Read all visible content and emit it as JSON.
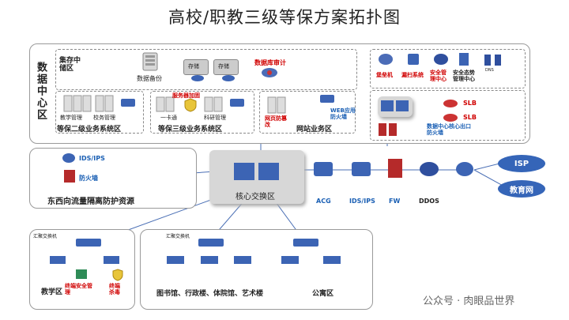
{
  "title": "高校/职教三级等保方案拓扑图",
  "data_center": {
    "label": "数据中心区",
    "storage_zone": "集存中储区",
    "backup": "数据备份",
    "storage_1": "存储",
    "storage_2": "存储",
    "db_audit": "数据库审计",
    "l2_zone": "等保二级业务系统区",
    "l2_teaching": "教学管理",
    "l2_school": "校务管理",
    "l3_zone": "等保三级业务系统区",
    "l3_card": "一卡通",
    "l3_research": "科研管理",
    "l3_lb": "服务器加固",
    "web_zone": "网站业务区",
    "web_tamper": "网页防篡改",
    "web_waf": "WEB应用防火墙",
    "sec_bastion": "堡垒机",
    "sec_scan": "漏扫系统",
    "sec_mgmt": "安全管理中心",
    "sec_posture": "安全态势管理中心",
    "sec_dns": "DNS",
    "slb1": "SLB",
    "slb2": "SLB",
    "dc_fw": "数据中心核心出口防火墙"
  },
  "east_west": {
    "label": "东西向流量隔离防护资源",
    "ids": "IDS/IPS",
    "fw": "防火墙"
  },
  "core": {
    "label": "核心交换区"
  },
  "egress": {
    "acg": "ACG",
    "ids": "IDS/IPS",
    "fw": "FW",
    "ddos": "DDOS"
  },
  "clouds": {
    "isp": "ISP",
    "edu": "教育网"
  },
  "teaching": {
    "agg": "汇聚交换机",
    "label": "教学区",
    "terminal_mgmt": "终端安全管理",
    "terminal_av": "终端杀毒"
  },
  "library": {
    "agg": "汇聚交换机",
    "label": "图书馆、行政楼、体院馆、艺术楼"
  },
  "dorm": {
    "label": "公寓区"
  },
  "watermark": "公众号 · 肉眼品世界"
}
